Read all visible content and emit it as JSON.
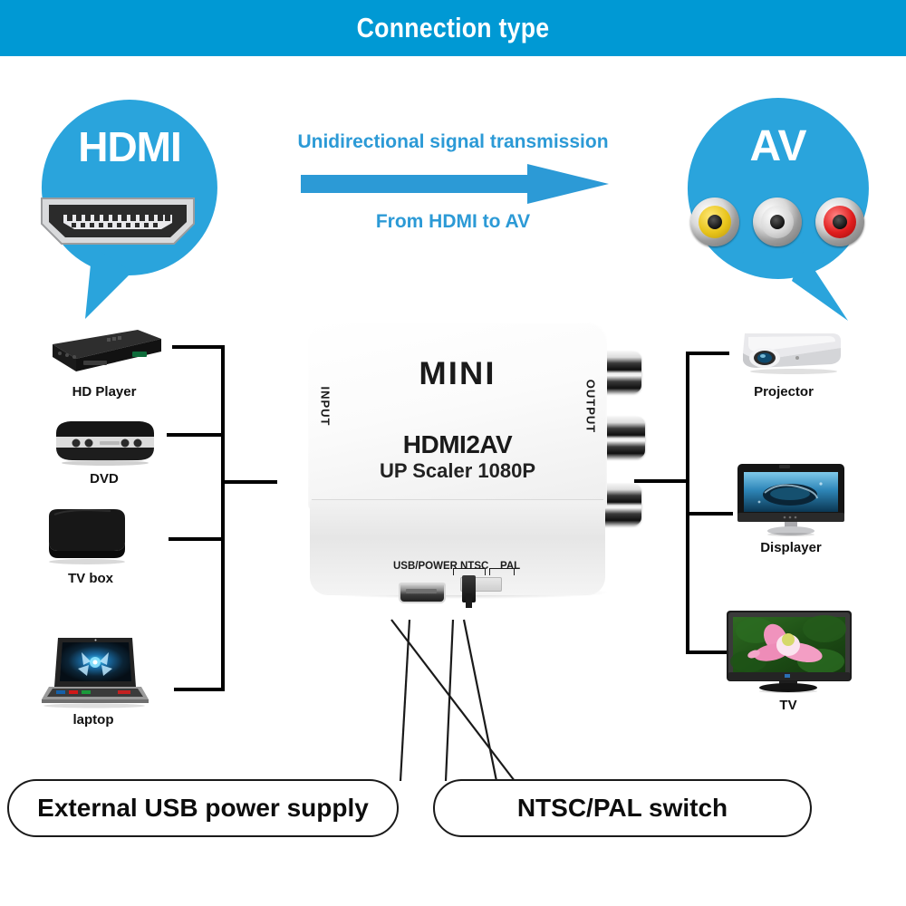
{
  "header": {
    "title": "Connection type",
    "bg_color": "#0099D4",
    "text_color": "#ffffff"
  },
  "bubbles": {
    "left": {
      "label": "HDMI",
      "icon": "hdmi-port-icon",
      "color": "#2AA4DC"
    },
    "right": {
      "label": "AV",
      "icon": "rca-jacks-icon",
      "color": "#2AA4DC",
      "jack_colors": [
        "#E8C41A",
        "#D8D8D8",
        "#E01E1E"
      ],
      "jack_names": [
        "yellow-video-jack",
        "white-audio-jack",
        "red-audio-jack"
      ]
    }
  },
  "flow": {
    "top_text": "Unidirectional signal transmission",
    "bottom_text": "From HDMI to AV",
    "arrow_color": "#2C9AD6",
    "text_color": "#2C9AD6"
  },
  "device": {
    "brand": "MINI",
    "model": "HDMI2AV",
    "subtitle": "UP Scaler 1080P",
    "input_label": "INPUT",
    "output_label": "OUTPUT",
    "front_labels": {
      "usb": "USB/POWER",
      "ntsc": "NTSC",
      "pal": "PAL"
    }
  },
  "sources": {
    "items": [
      {
        "label": "HD Player",
        "icon": "hd-player-icon"
      },
      {
        "label": "DVD",
        "icon": "dvd-player-icon"
      },
      {
        "label": "TV box",
        "icon": "tv-box-icon"
      },
      {
        "label": "laptop",
        "icon": "laptop-icon"
      }
    ]
  },
  "outputs": {
    "items": [
      {
        "label": "Projector",
        "icon": "projector-icon"
      },
      {
        "label": "Displayer",
        "icon": "monitor-icon"
      },
      {
        "label": "TV",
        "icon": "television-icon"
      }
    ]
  },
  "callouts": [
    {
      "label": "External USB power supply"
    },
    {
      "label": "NTSC/PAL switch"
    }
  ]
}
